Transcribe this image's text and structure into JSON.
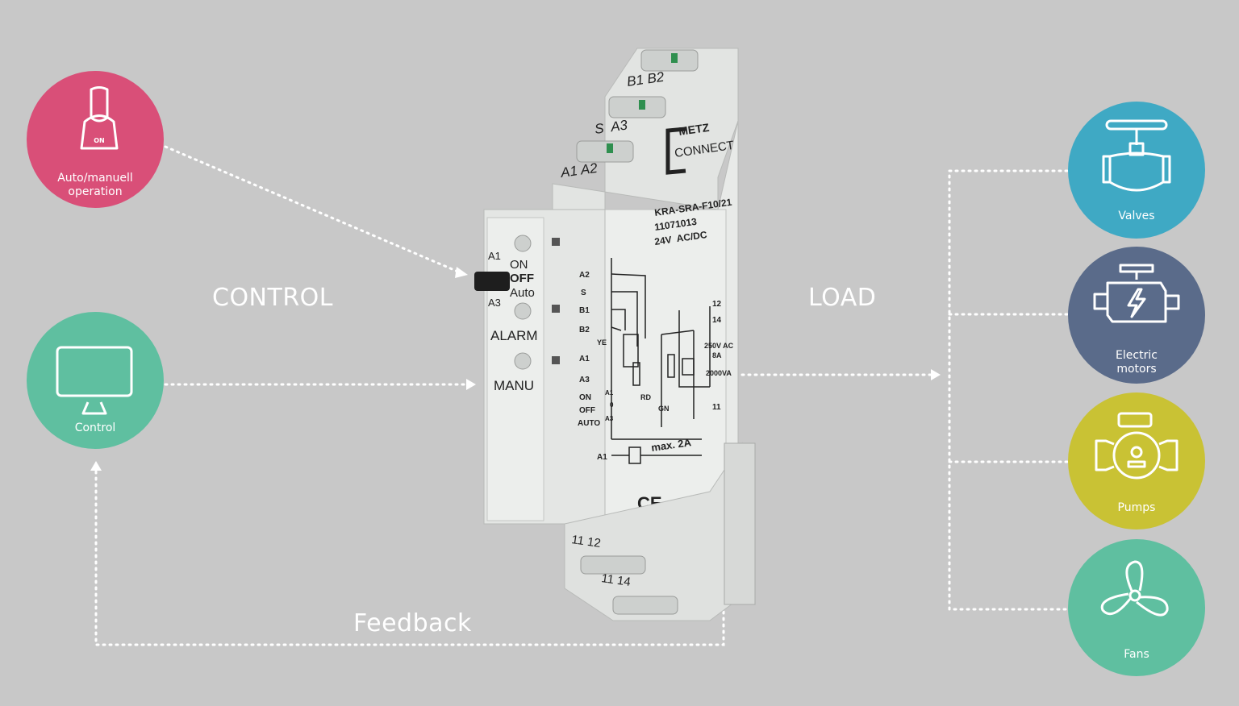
{
  "labels": {
    "control": "CONTROL",
    "load": "LOAD",
    "feedback": "Feedback"
  },
  "inputs": [
    {
      "label": "Auto/manuell operation",
      "label_line1": "Auto/manuell",
      "label_line2": "operation",
      "color": "#d94f78",
      "icon": "toggle-switch-icon",
      "icon_text": "ON"
    },
    {
      "label": "Control",
      "color": "#5fbfa0",
      "icon": "monitor-icon"
    }
  ],
  "loads": [
    {
      "label": "Valves",
      "color": "#3fa9c4",
      "icon": "valve-icon"
    },
    {
      "label": "Electric motors",
      "label_line1": "Electric",
      "label_line2": "motors",
      "color": "#5a6b8a",
      "icon": "motor-icon"
    },
    {
      "label": "Pumps",
      "color": "#c9c234",
      "icon": "pump-icon"
    },
    {
      "label": "Fans",
      "color": "#5fbfa0",
      "icon": "fan-icon"
    }
  ],
  "device": {
    "brand_top": "METZ",
    "brand_bottom": "CONNECT",
    "model": "KRA-SRA-F10/21",
    "part_number": "11071013",
    "voltage": "24V  AC/DC",
    "terminals_top": [
      "B1 B2",
      "S  A3",
      "A1 A2"
    ],
    "terminals_bottom": [
      "11 12",
      "11 14"
    ],
    "switch_a1": "A1",
    "switch_a3": "A3",
    "switch_on": "ON",
    "switch_off": "OFF",
    "switch_auto": "Auto",
    "led_alarm": "ALARM",
    "led_manu": "MANU",
    "schematic_left": [
      "A2",
      "S",
      "B1",
      "B2",
      "A1",
      "A3"
    ],
    "schematic_right": [
      "12",
      "14",
      "11"
    ],
    "rating_1": "250V AC",
    "rating_2": "8A",
    "rating_3": "2000VA",
    "ye": "YE",
    "rd": "RD",
    "gn": "GN",
    "mode_on": "ON",
    "mode_off": "OFF",
    "mode_auto": "AUTO",
    "fuse_a1": "A1",
    "fuse": "max. 2A",
    "ce": "CE",
    "small_a1": "A1",
    "small_0": "0",
    "small_a3": "A3"
  },
  "colors": {
    "background": "#c8c8c8",
    "arrow": "#ffffff",
    "device_body": "#e6e8e6"
  }
}
